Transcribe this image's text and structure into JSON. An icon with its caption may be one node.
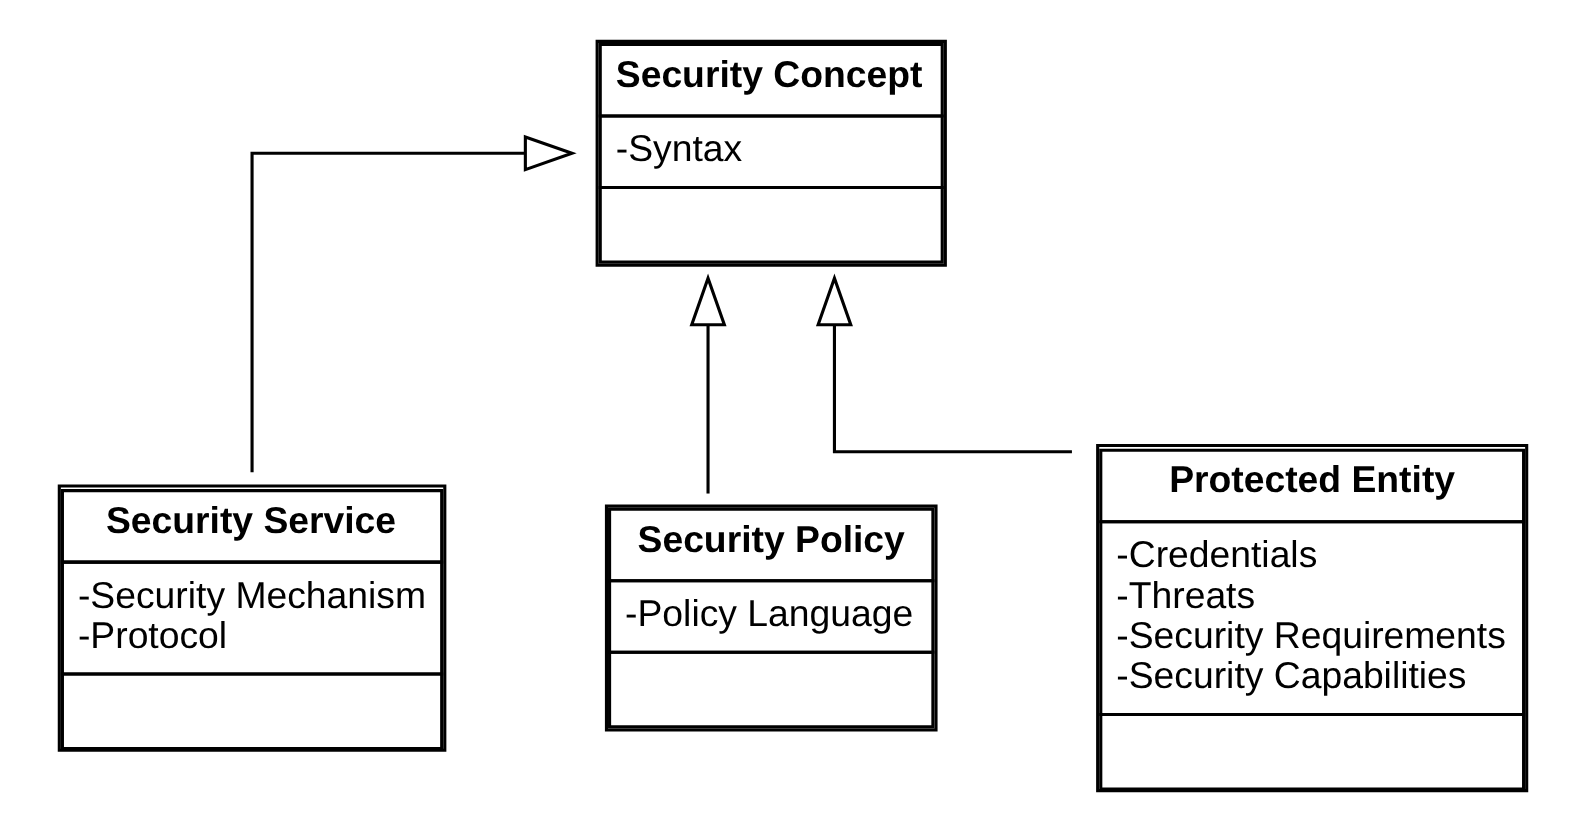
{
  "diagram": {
    "nodes": [
      {
        "text": [
          "Security Concept",
          "-Syntax"
        ]
      },
      {
        "text": [
          "Security Service",
          "-Security Mechanism",
          "-Protocol"
        ]
      },
      {
        "text": [
          "Security Policy",
          "-Policy Language"
        ]
      },
      {
        "text": [
          "Protected Entity",
          "-Credentials",
          "-Threats",
          "-Security Requirements",
          "-Security Capabilities"
        ]
      }
    ],
    "edges": [
      {
        "from": 1,
        "to": 0,
        "arrow": "to"
      },
      {
        "from": 2,
        "to": 0,
        "arrow": "to"
      },
      {
        "from": 3,
        "to": 0,
        "arrow": "to"
      }
    ]
  }
}
